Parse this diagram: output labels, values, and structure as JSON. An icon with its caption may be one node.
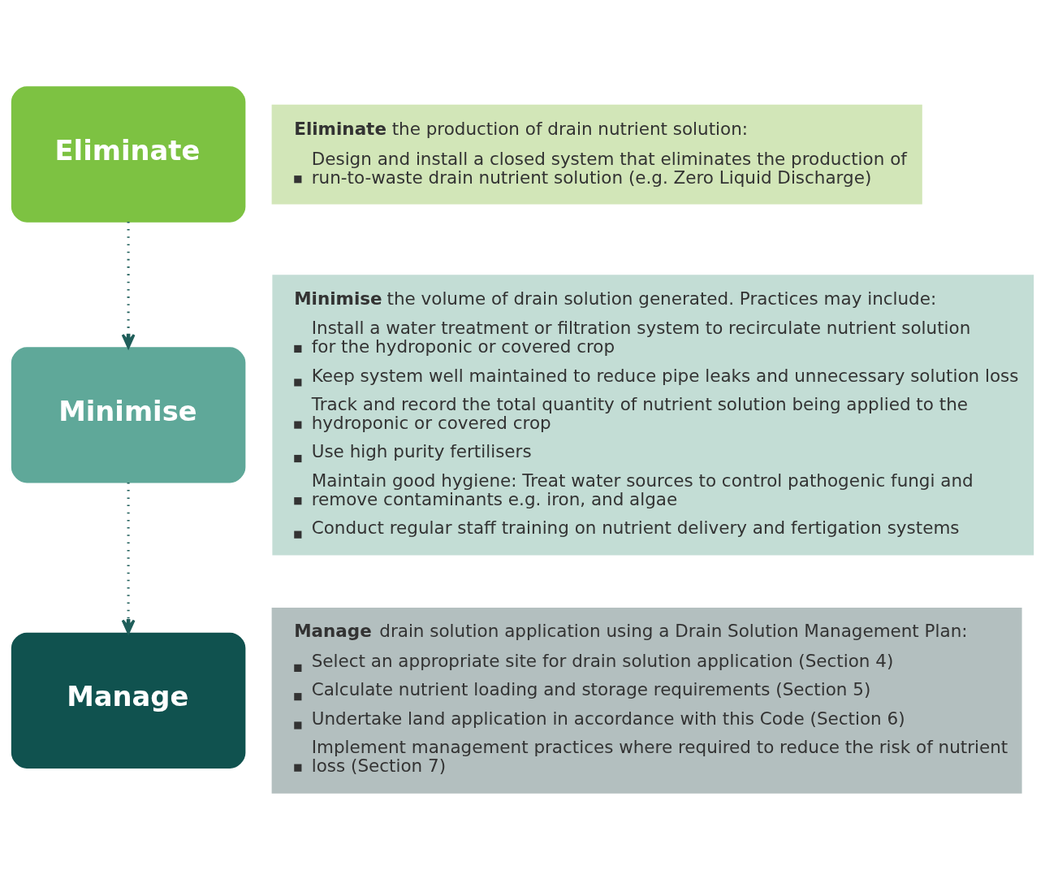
{
  "diagram": {
    "nodes": [
      {
        "text": [
          "Eliminate"
        ]
      },
      {
        "text": [
          "**Eliminate** the production of drain nutrient solution:",
          "Design and install a closed system that eliminates the production of run-to-waste drain nutrient solution (e.g. Zero Liquid Discharge)"
        ]
      },
      {
        "text": [
          "Minimise"
        ]
      },
      {
        "text": [
          "**Minimise** the volume of drain solution generated. Practices may include:",
          "Install a water treatment or filtration system to recirculate nutrient solution for the hydroponic or covered crop",
          "Keep system well maintained to reduce pipe leaks and unnecessary solution loss",
          "Track and record the total quantity of nutrient solution being applied to the hydroponic or covered crop",
          "Use high purity fertilisers",
          "Maintain good hygiene: Treat water sources to control pathogenic fungi and remove contaminants e.g. iron, and algae",
          "Conduct regular staff training on nutrient delivery and fertigation systems"
        ]
      },
      {
        "text": [
          "Manage"
        ]
      },
      {
        "text": [
          "**Manage** drain solution application using a Drain Solution Management Plan:",
          "Select an appropriate site for drain solution application (Section 4)",
          "Calculate nutrient loading and storage requirements (Section 5)",
          "Undertake land application in accordance with this Code (Section 6)",
          "Implement management practices where required to reduce the risk of nutrient loss (Section 7)"
        ]
      }
    ],
    "edges": [
      {
        "from": 0,
        "to": 2,
        "arrow": "to",
        "style": "dashed"
      },
      {
        "from": 2,
        "to": 4,
        "arrow": "to",
        "style": "dashed"
      }
    ]
  }
}
